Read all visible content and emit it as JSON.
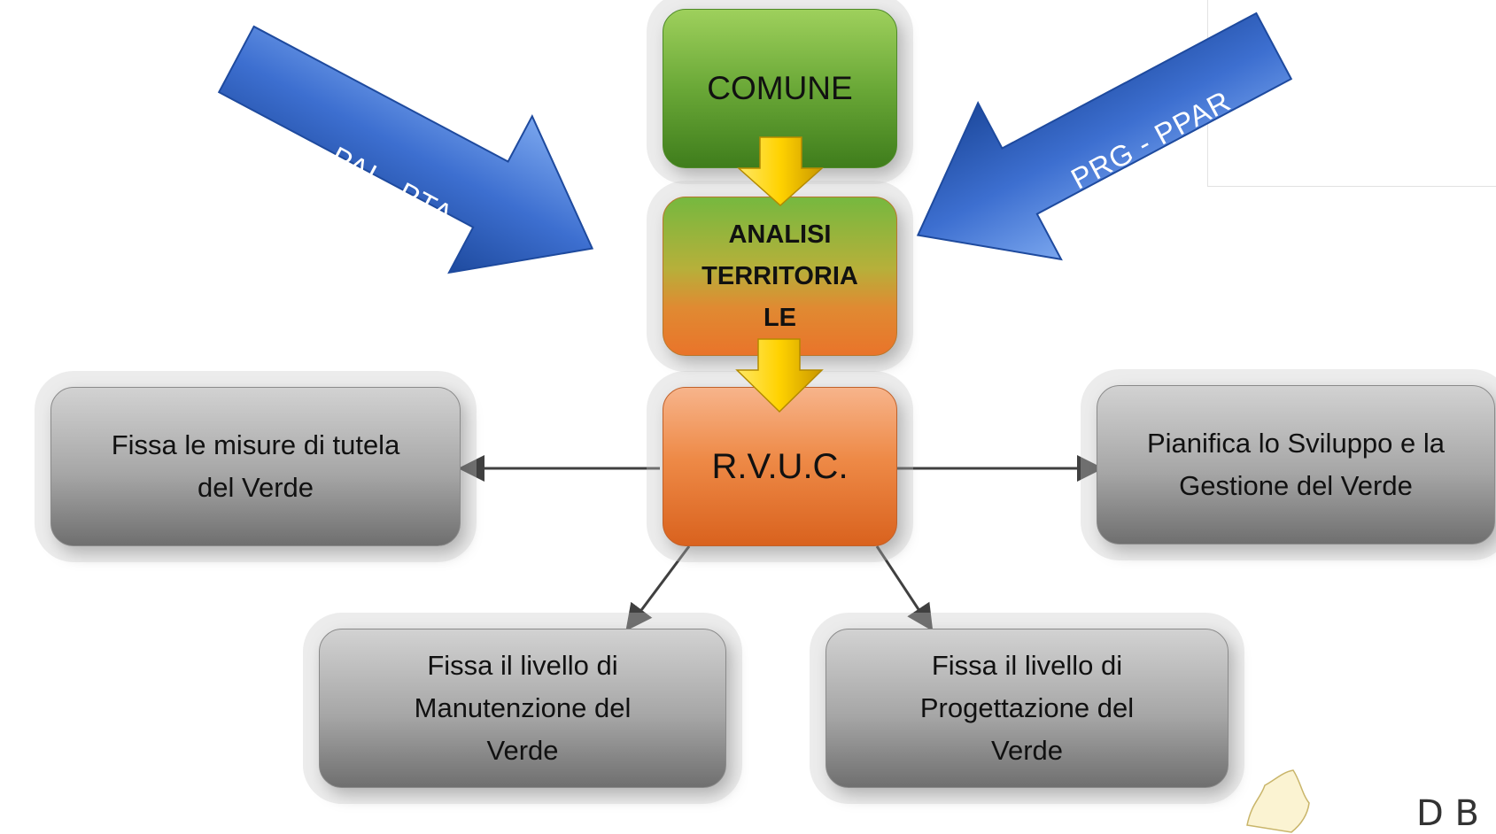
{
  "nodes": {
    "comune": "COMUNE",
    "analisi": [
      "ANALISI",
      "TERRITORIA",
      "LE"
    ],
    "rvuc": "R.V.U.C.",
    "tutela": [
      "Fissa le misure di tutela",
      "del Verde"
    ],
    "pianifica": [
      "Pianifica lo Sviluppo e la",
      "Gestione del Verde"
    ],
    "manutenzione": [
      "Fissa il livello di",
      "Manutenzione del",
      "Verde"
    ],
    "progettazione": [
      "Fissa il livello di",
      "Progettazione del",
      "Verde"
    ]
  },
  "inputs": {
    "left": "PAI - PTA",
    "right": "PRG - PPAR"
  },
  "corner_fragment": "D  B",
  "colors": {
    "blue_arrow": "#3d6fd0",
    "yellow_arrow": "#ffd200",
    "connector": "#404040"
  }
}
